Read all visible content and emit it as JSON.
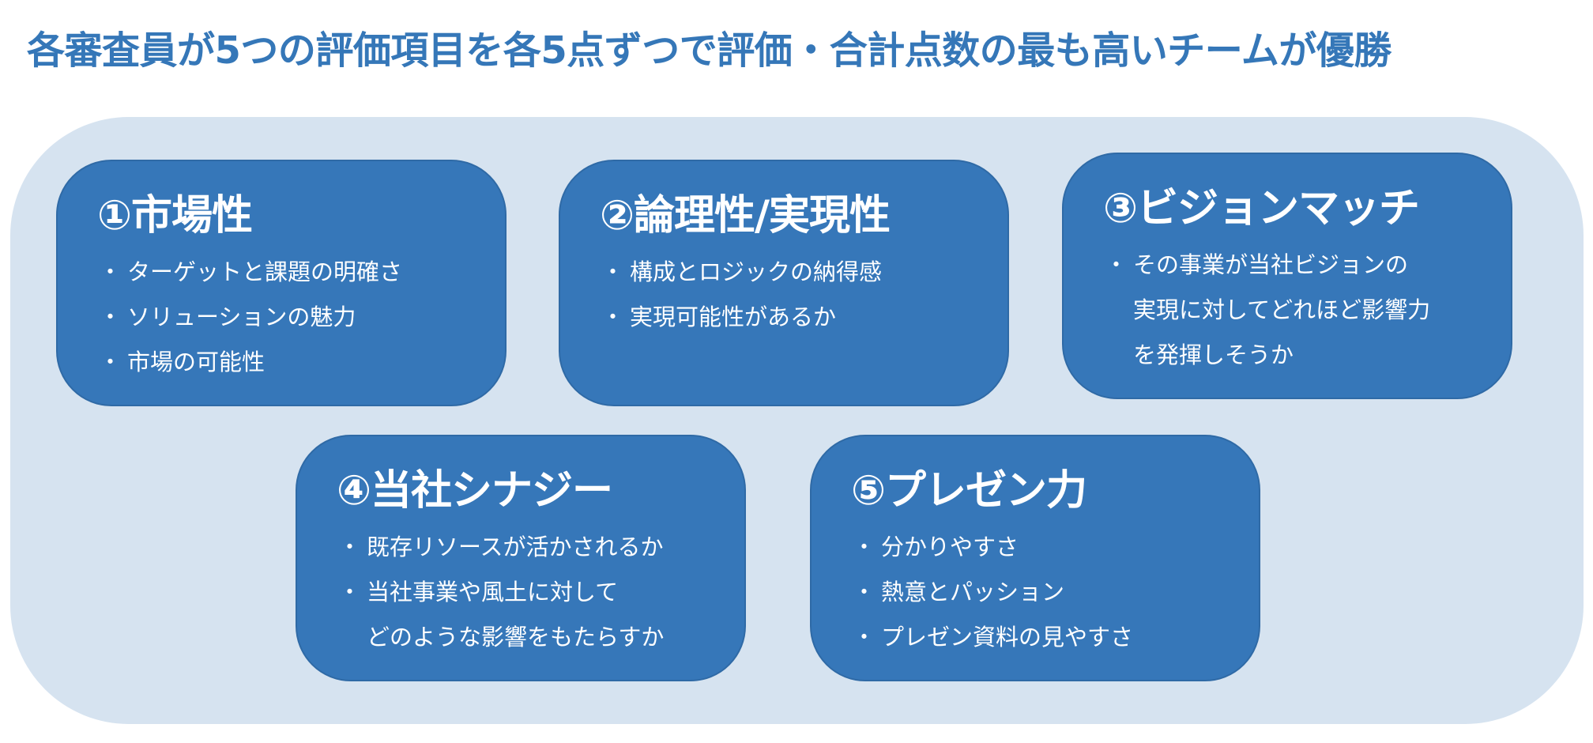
{
  "title": "各審査員が5つの評価項目を各5点ずつで評価・合計点数の最も高いチームが優勝",
  "criteria": [
    {
      "heading": "①市場性",
      "bullets": [
        "ターゲットと課題の明確さ",
        "ソリューションの魅力",
        "市場の可能性"
      ]
    },
    {
      "heading": "②論理性/実現性",
      "bullets": [
        "構成とロジックの納得感",
        "実現可能性があるか"
      ]
    },
    {
      "heading": "③ビジョンマッチ",
      "bullets": [
        "その事業が当社ビジョンの",
        "実現に対してどれほど影響力",
        "を発揮しそうか"
      ]
    },
    {
      "heading": "④当社シナジー",
      "bullets": [
        "既存リソースが活かされるか",
        "当社事業や風土に対して",
        "どのような影響をもたらすか"
      ]
    },
    {
      "heading": "⑤プレゼン力",
      "bullets": [
        "分かりやすさ",
        "熱意とパッション",
        "プレゼン資料の見やすさ"
      ]
    }
  ],
  "colors": {
    "title": "#3577b8",
    "panel": "#d6e3f0",
    "card": "#3677b9"
  }
}
